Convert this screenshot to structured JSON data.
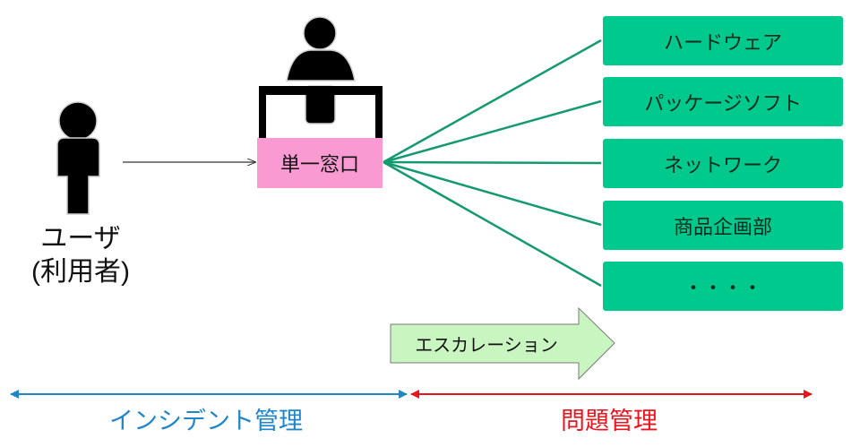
{
  "user": {
    "line1": "ユーザ",
    "line2": "(利用者)"
  },
  "single_window": {
    "label": "単一窓口"
  },
  "teams": [
    {
      "label": "ハードウェア"
    },
    {
      "label": "パッケージソフト"
    },
    {
      "label": "ネットワーク"
    },
    {
      "label": "商品企画部"
    },
    {
      "label": "・・・・"
    }
  ],
  "escalation": {
    "label": "エスカレーション"
  },
  "phases": {
    "incident": {
      "label": "インシデント管理",
      "color": "#1f86c8"
    },
    "problem": {
      "label": "問題管理",
      "color": "#e8141e"
    }
  },
  "colors": {
    "window_fill": "#f99bd2",
    "team_fill": "#00c98d",
    "connector_lines": "#159a6f",
    "escalation_arrow_fill": "#c8f5c0"
  }
}
